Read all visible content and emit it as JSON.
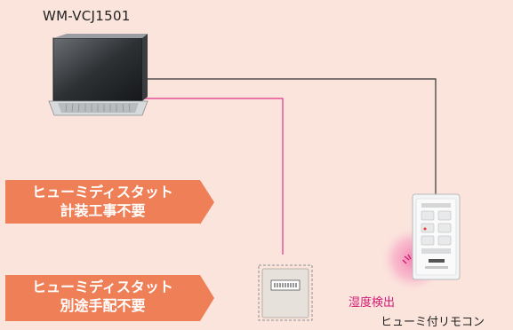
{
  "model_name": "WM-VCJ1501",
  "callouts": [
    {
      "line1": "ヒューミディスタット",
      "line2": "計装工事不要"
    },
    {
      "line1": "ヒューミディスタット",
      "line2": "別途手配不要"
    }
  ],
  "humidity_detection_label": "湿度検出",
  "remote_label": "ヒューミ付リモコン",
  "colors": {
    "background": "#fbe4dc",
    "callout": "#ee7f57",
    "pink_wire": "#e0358a",
    "black_wire": "#333333",
    "humidity_text": "#d11a73"
  }
}
